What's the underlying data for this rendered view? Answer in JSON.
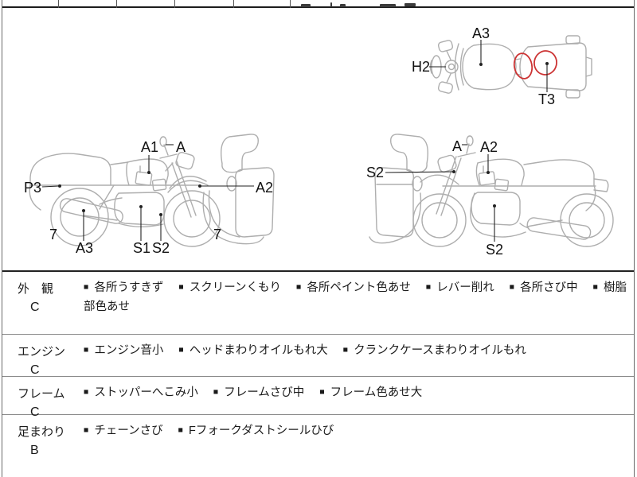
{
  "diagrams": {
    "top_view": {
      "label_h2": "H2",
      "label_a3": "A3",
      "label_t3": "T3",
      "damage_color": "#cc3333"
    },
    "left_view": {
      "label_a1": "A1",
      "label_a": "A",
      "label_p3": "P3",
      "label_a2": "A2",
      "label_a3": "A3",
      "label_s1": "S1",
      "label_s2": "S2",
      "label_rear_wheel": "7",
      "label_front_wheel": "7"
    },
    "right_view": {
      "label_a": "A",
      "label_a2": "A2",
      "label_s2_front": "S2",
      "label_s2_engine": "S2"
    }
  },
  "inspection": {
    "bullet": "■",
    "rows": [
      {
        "category": "外　観",
        "grade": "C",
        "items": [
          "各所うすきず",
          "スクリーンくもり",
          "各所ペイント色あせ",
          "レバー削れ",
          "各所さび中",
          "樹脂部色あせ"
        ]
      },
      {
        "category": "エンジン",
        "grade": "C",
        "items": [
          "エンジン音小",
          "ヘッドまわりオイルもれ大",
          "クランクケースまわりオイルもれ"
        ]
      },
      {
        "category": "フレーム",
        "grade": "C",
        "items": [
          "ストッパーへこみ小",
          "フレームさび中",
          "フレーム色あせ大"
        ]
      },
      {
        "category": "足まわり",
        "grade": "B",
        "items": [
          "チェーンさび",
          "Fフォークダストシールひび"
        ]
      }
    ]
  }
}
